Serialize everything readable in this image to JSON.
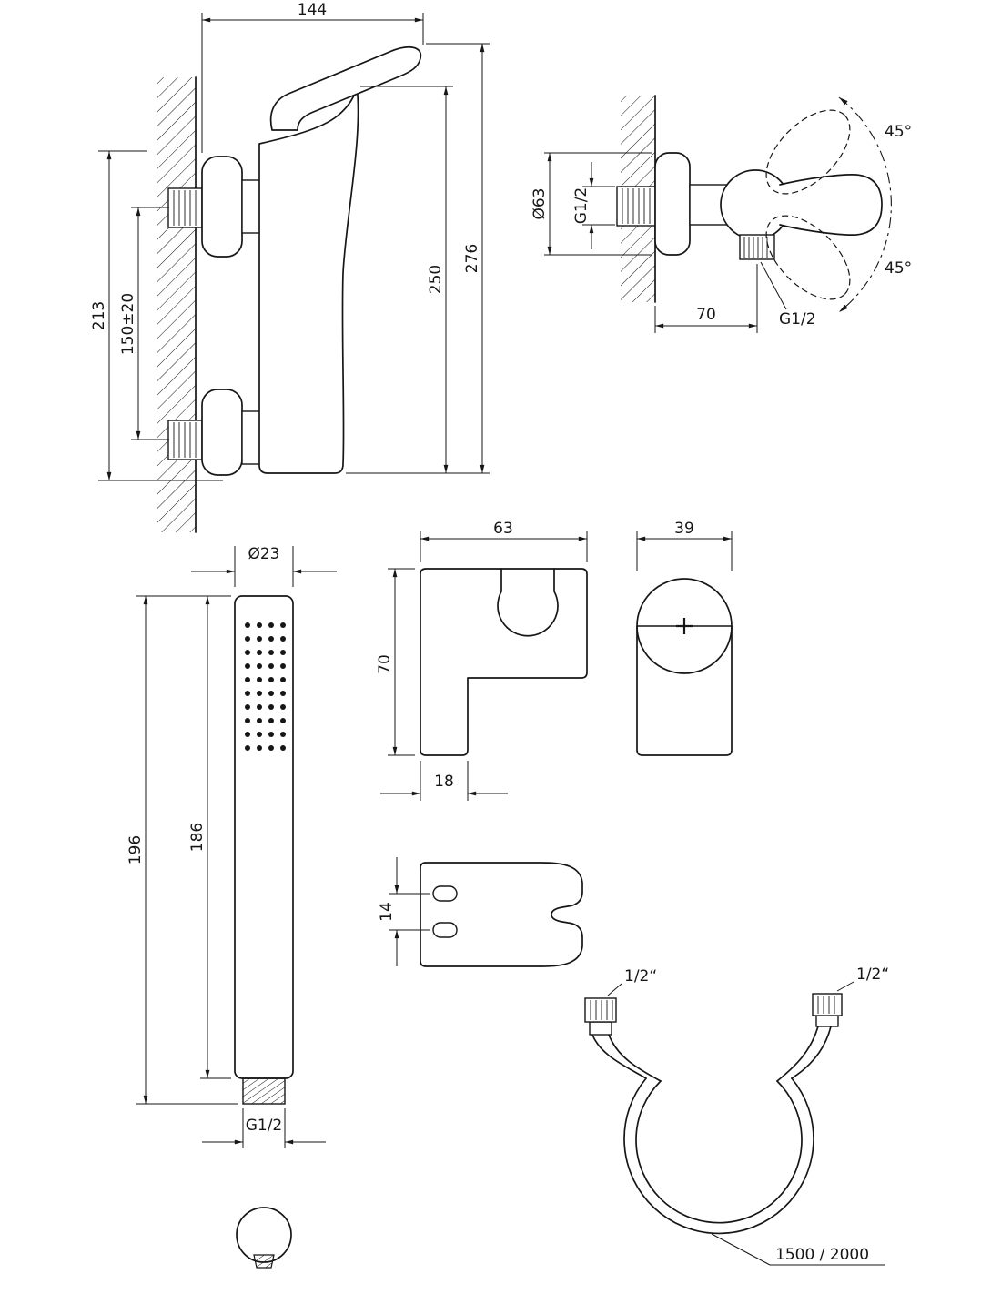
{
  "views": {
    "mixer_side": {
      "width": "144",
      "total_height": "276",
      "body_height": "250",
      "wall_height": "213",
      "inlet_spacing": "150±20"
    },
    "mixer_top": {
      "diameter": "Ø63",
      "inlet_thread": "G1/2",
      "outlet_offset": "70",
      "outlet_thread": "G1/2",
      "angle_up": "45°",
      "angle_down": "45°"
    },
    "hand_shower": {
      "diameter": "Ø23",
      "total_length": "196",
      "body_length": "186",
      "thread": "G1/2"
    },
    "holder_front": {
      "width": "63",
      "height": "70",
      "depth": "18"
    },
    "holder_side": {
      "depth": "39"
    },
    "holder_bottom": {
      "slot_spacing": "14"
    },
    "hose": {
      "conn_left": "1/2“",
      "conn_right": "1/2“",
      "length": "1500 / 2000"
    }
  }
}
